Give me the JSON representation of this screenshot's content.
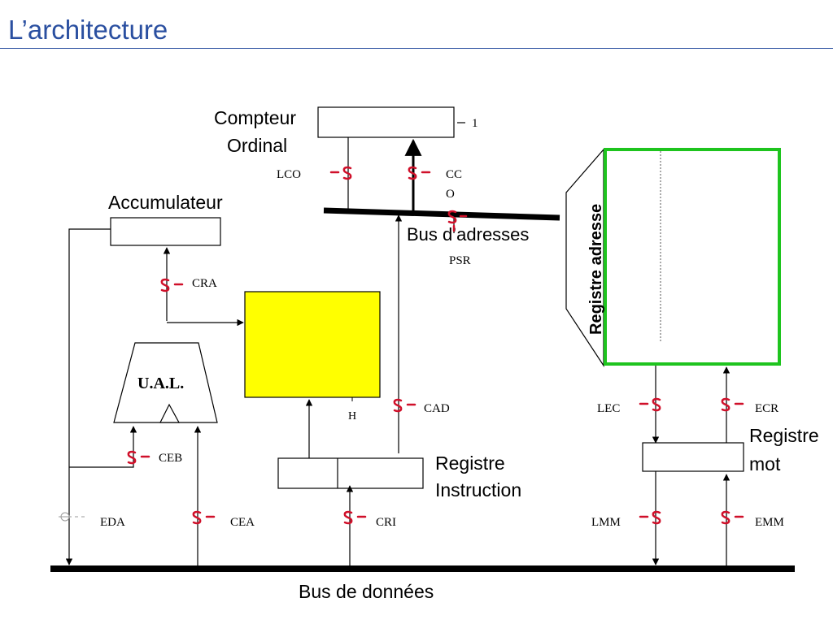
{
  "title": "L’architecture",
  "colors": {
    "title": "#2a4fa0",
    "line": "#000000",
    "flag": "#d0102a",
    "highlight_box": "#ffff00",
    "register_border": "#1ec41e"
  },
  "components": {
    "compteur_line1": "Compteur",
    "compteur_line2": "Ordinal",
    "plus_one": "1",
    "accumulateur": "Accumulateur",
    "ual": "U.A.L.",
    "registre_adresse": "Registre adresse",
    "registre_instruction_line1": "Registre",
    "registre_instruction_line2": "Instruction",
    "registre_mot_line1": "Registre",
    "registre_mot_line2": "mot",
    "bus_adresses": "Bus d’adresses",
    "bus_donnees": "Bus de données"
  },
  "signals": {
    "lco": "LCO",
    "cco_line1": "CC",
    "cco_line2": "O",
    "psr": "PSR",
    "cra": "CRA",
    "h": "H",
    "cad": "CAD",
    "ceb": "CEB",
    "cri": "CRI",
    "eda": "EDA",
    "cea": "CEA",
    "lec": "LEC",
    "ecr": "ECR",
    "lmm": "LMM",
    "emm": "EMM"
  }
}
